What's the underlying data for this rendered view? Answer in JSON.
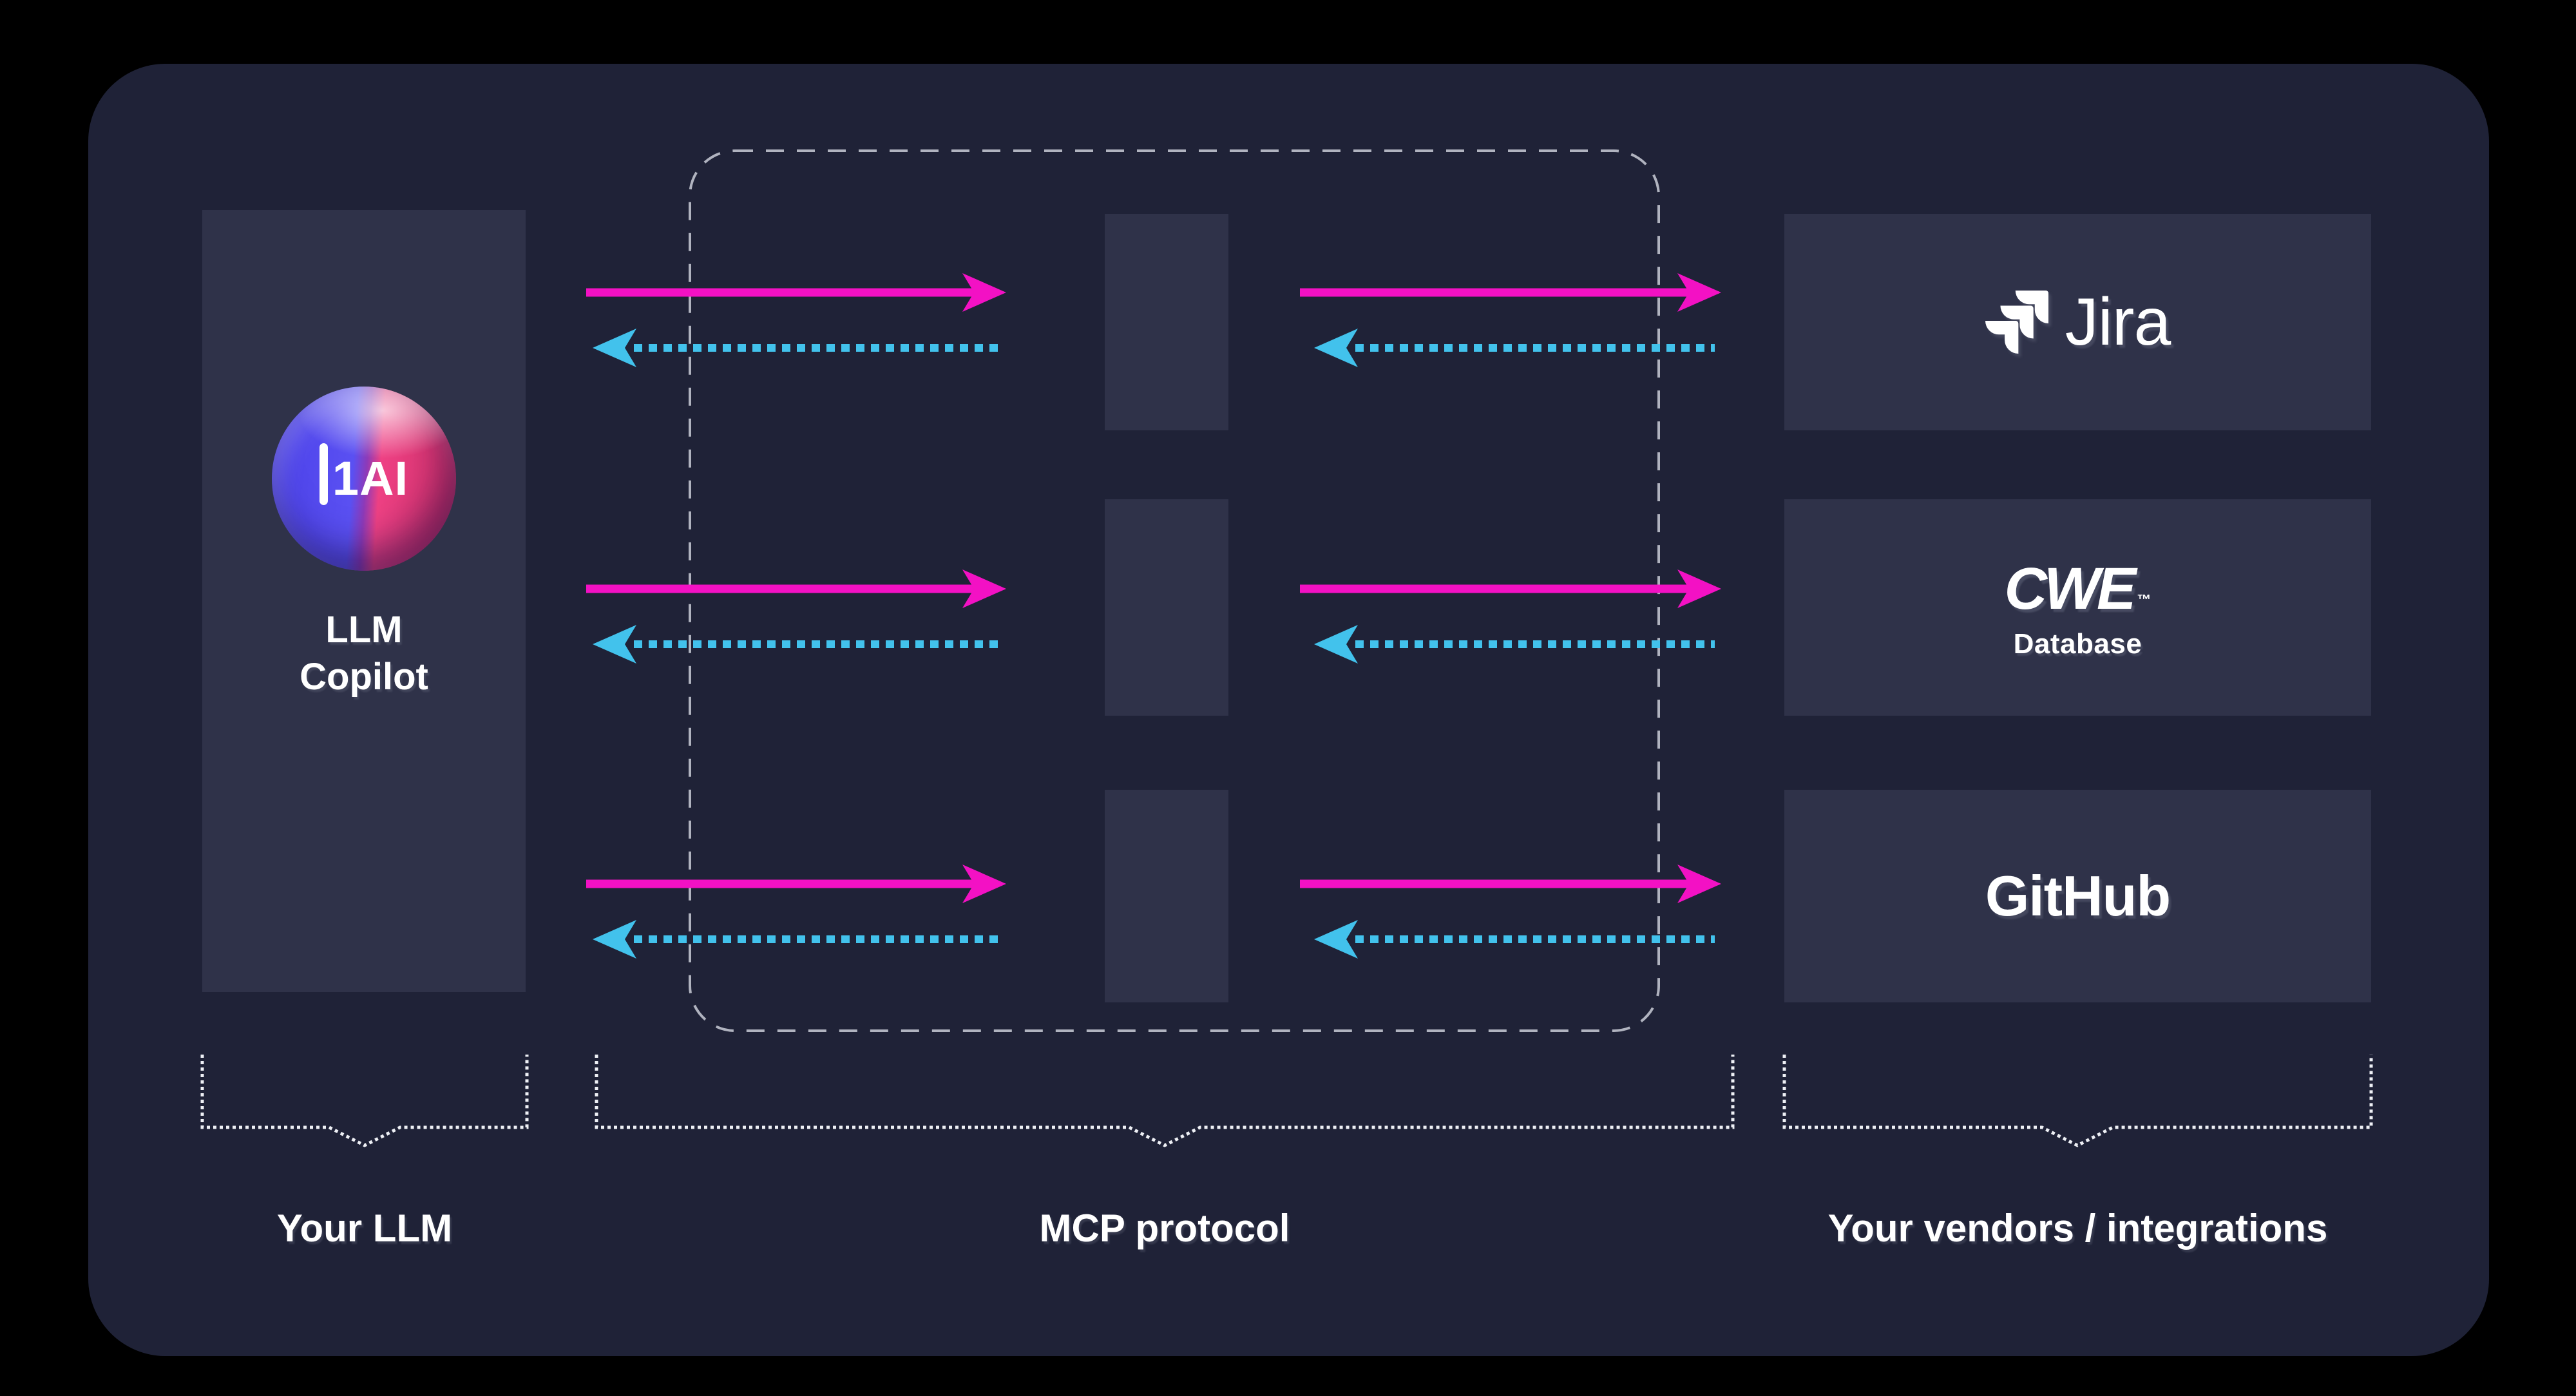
{
  "llm_box": {
    "logo_text": "1AI",
    "label_line1": "LLM",
    "label_line2": "Copilot"
  },
  "vendors": {
    "jira": {
      "label": "Jira"
    },
    "cwe": {
      "label": "CWE",
      "tm": "™",
      "subtitle": "Database"
    },
    "github": {
      "label": "GitHub"
    }
  },
  "captions": {
    "llm": "Your LLM",
    "mcp": "MCP protocol",
    "vendors": "Your vendors / integrations"
  },
  "colors": {
    "magenta_request_arrow": "#f311c4",
    "cyan_response_arrow": "#42c2ec",
    "panel_background": "#1f2237",
    "box_background": "#2f3249",
    "dashed_border": "#b0b3bf",
    "bracket": "#eef0f5",
    "text": "#ffffff",
    "sphere_blue": "#4b41e9",
    "sphere_pink": "#ee4184"
  }
}
